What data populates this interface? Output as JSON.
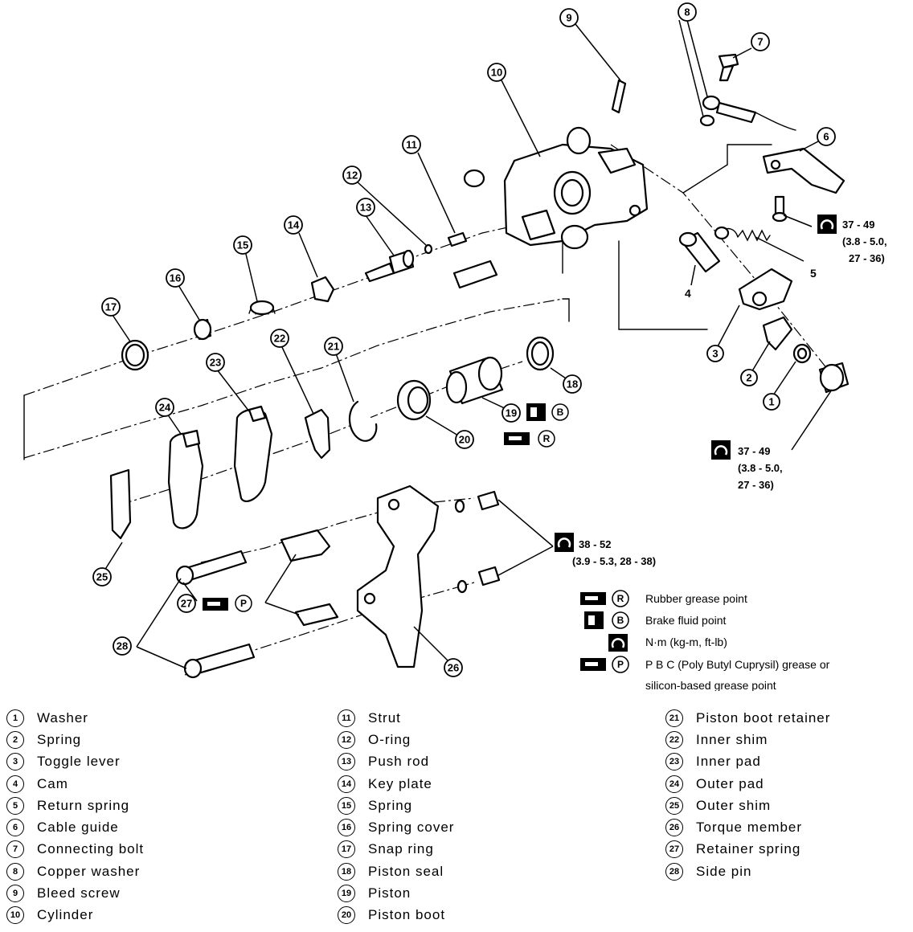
{
  "callouts": [
    "1",
    "2",
    "3",
    "4",
    "5",
    "6",
    "7",
    "8",
    "9",
    "10",
    "11",
    "12",
    "13",
    "14",
    "15",
    "16",
    "17",
    "18",
    "19",
    "20",
    "21",
    "22",
    "23",
    "24",
    "25",
    "26",
    "27",
    "28"
  ],
  "torque_specs": {
    "caliper_upper": {
      "line1": "37 - 49",
      "line2": "(3.8 - 5.0,",
      "line3": "27 - 36)"
    },
    "caliper_lower": {
      "line1": "37 - 49",
      "line2": "(3.8 - 5.0,",
      "line3": "27 - 36)"
    },
    "torque_member": {
      "line1": "38 - 52",
      "line2": "(3.9 - 5.3, 28 - 38)"
    }
  },
  "symbol_letters": {
    "rubber": "R",
    "brake_fluid": "B",
    "pbc": "P"
  },
  "legend": [
    {
      "letter": "R",
      "text": "Rubber grease point"
    },
    {
      "letter": "B",
      "text": "Brake fluid point"
    },
    {
      "letter": "",
      "text": "N·m (kg-m, ft-lb)"
    },
    {
      "letter": "P",
      "text": "P B C  (Poly Butyl Cuprysil) grease or"
    },
    {
      "letter": "",
      "text": "silicon-based grease point"
    }
  ],
  "parts": {
    "col1": [
      {
        "n": "1",
        "name": "Washer"
      },
      {
        "n": "2",
        "name": "Spring"
      },
      {
        "n": "3",
        "name": "Toggle lever"
      },
      {
        "n": "4",
        "name": "Cam"
      },
      {
        "n": "5",
        "name": "Return spring"
      },
      {
        "n": "6",
        "name": "Cable guide"
      },
      {
        "n": "7",
        "name": "Connecting bolt"
      },
      {
        "n": "8",
        "name": "Copper washer"
      },
      {
        "n": "9",
        "name": "Bleed screw"
      },
      {
        "n": "10",
        "name": "Cylinder"
      }
    ],
    "col2": [
      {
        "n": "11",
        "name": "Strut"
      },
      {
        "n": "12",
        "name": "O-ring"
      },
      {
        "n": "13",
        "name": "Push rod"
      },
      {
        "n": "14",
        "name": "Key plate"
      },
      {
        "n": "15",
        "name": "Spring"
      },
      {
        "n": "16",
        "name": "Spring cover"
      },
      {
        "n": "17",
        "name": "Snap ring"
      },
      {
        "n": "18",
        "name": "Piston seal"
      },
      {
        "n": "19",
        "name": "Piston"
      },
      {
        "n": "20",
        "name": "Piston boot"
      }
    ],
    "col3": [
      {
        "n": "21",
        "name": "Piston boot retainer"
      },
      {
        "n": "22",
        "name": "Inner shim"
      },
      {
        "n": "23",
        "name": "Inner pad"
      },
      {
        "n": "24",
        "name": "Outer pad"
      },
      {
        "n": "25",
        "name": "Outer shim"
      },
      {
        "n": "26",
        "name": "Torque member"
      },
      {
        "n": "27",
        "name": "Retainer spring"
      },
      {
        "n": "28",
        "name": "Side pin"
      }
    ]
  }
}
